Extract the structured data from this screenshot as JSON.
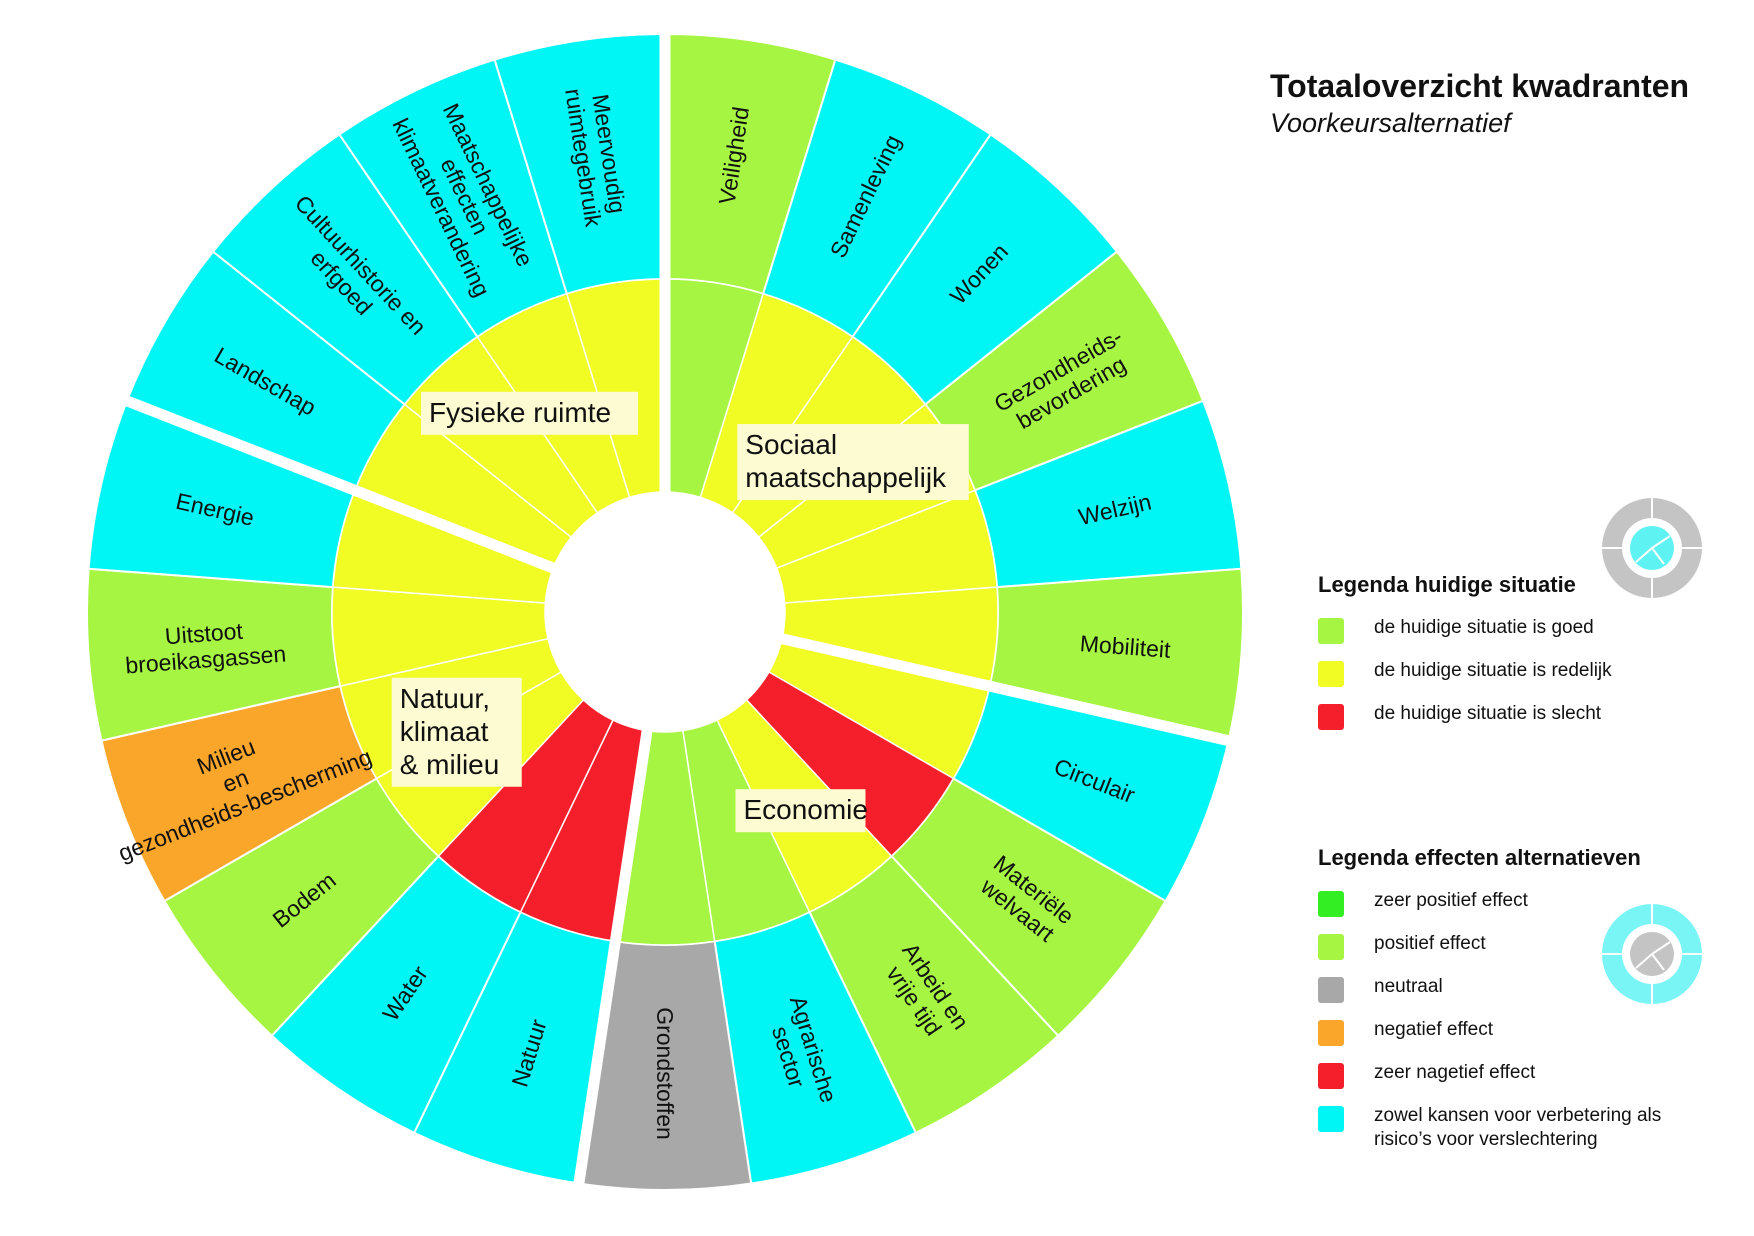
{
  "title": "Totaaloverzicht kwadranten",
  "subtitle": "Voorkeursalternatief",
  "colors": {
    "zeer_positief": "#33ee22",
    "positief": "#a6f542",
    "neutraal": "#a8a8a8",
    "negatief": "#f9a62b",
    "zeer_negatief": "#f51f2c",
    "kansen_risicos": "#00f5f5",
    "goed": "#a6f542",
    "redelijk": "#f1fb24",
    "slecht": "#f51f2c"
  },
  "quadrants": [
    {
      "label": "Fysieke ruimte",
      "key": "fysiek"
    },
    {
      "label": "Sociaal maatschappelijk",
      "key": "sociaal"
    },
    {
      "label": "Economie",
      "key": "economie"
    },
    {
      "label": "Natuur, klimaat & milieu",
      "key": "natuur"
    }
  ],
  "segments": [
    {
      "label": "Veiligheid",
      "quadrant": "sociaal",
      "inner": "goed",
      "outer": "positief"
    },
    {
      "label": "Samenleving",
      "quadrant": "sociaal",
      "inner": "redelijk",
      "outer": "kansen_risicos"
    },
    {
      "label": "Wonen",
      "quadrant": "sociaal",
      "inner": "redelijk",
      "outer": "kansen_risicos"
    },
    {
      "label": "Gezondheids-bevordering",
      "quadrant": "sociaal",
      "inner": "redelijk",
      "outer": "positief"
    },
    {
      "label": "Welzijn",
      "quadrant": "sociaal",
      "inner": "redelijk",
      "outer": "kansen_risicos"
    },
    {
      "label": "Mobiliteit",
      "quadrant": "sociaal",
      "inner": "redelijk",
      "outer": "positief"
    },
    {
      "label": "Circulair",
      "quadrant": "economie",
      "inner": "redelijk",
      "outer": "kansen_risicos"
    },
    {
      "label": "Materiële welvaart",
      "quadrant": "economie",
      "inner": "slecht",
      "outer": "positief"
    },
    {
      "label": "Arbeid en vrije tijd",
      "quadrant": "economie",
      "inner": "redelijk",
      "outer": "positief"
    },
    {
      "label": "Agrarische sector",
      "quadrant": "economie",
      "inner": "goed",
      "outer": "kansen_risicos"
    },
    {
      "label": "Grondstoffen",
      "quadrant": "economie",
      "inner": "goed",
      "outer": "neutraal"
    },
    {
      "label": "Natuur",
      "quadrant": "natuur",
      "inner": "slecht",
      "outer": "kansen_risicos"
    },
    {
      "label": "Water",
      "quadrant": "natuur",
      "inner": "slecht",
      "outer": "kansen_risicos"
    },
    {
      "label": "Bodem",
      "quadrant": "natuur",
      "inner": "redelijk",
      "outer": "positief"
    },
    {
      "label": "Milieu en gezondheids-bescherming",
      "quadrant": "natuur",
      "inner": "redelijk",
      "outer": "negatief"
    },
    {
      "label": "Uitstoot broeikasgassen",
      "quadrant": "natuur",
      "inner": "redelijk",
      "outer": "positief"
    },
    {
      "label": "Energie",
      "quadrant": "natuur",
      "inner": "redelijk",
      "outer": "kansen_risicos"
    },
    {
      "label": "Landschap",
      "quadrant": "fysiek",
      "inner": "redelijk",
      "outer": "kansen_risicos"
    },
    {
      "label": "Cultuurhistorie en erfgoed",
      "quadrant": "fysiek",
      "inner": "redelijk",
      "outer": "kansen_risicos"
    },
    {
      "label": "Maatschappelijke effecten klimaatverandering",
      "quadrant": "fysiek",
      "inner": "redelijk",
      "outer": "kansen_risicos"
    },
    {
      "label": "Meervoudig ruimtegebruik",
      "quadrant": "fysiek",
      "inner": "redelijk",
      "outer": "kansen_risicos"
    }
  ],
  "legend_current": {
    "title": "Legenda huidige situatie",
    "items": [
      {
        "label": "de huidige situatie is goed",
        "color_key": "goed"
      },
      {
        "label": "de huidige situatie is redelijk",
        "color_key": "redelijk"
      },
      {
        "label": "de huidige situatie is slecht",
        "color_key": "slecht"
      }
    ]
  },
  "legend_effects": {
    "title": "Legenda effecten alternatieven",
    "items": [
      {
        "label": "zeer positief effect",
        "color_key": "zeer_positief"
      },
      {
        "label": "positief effect",
        "color_key": "positief"
      },
      {
        "label": "neutraal",
        "color_key": "neutraal"
      },
      {
        "label": "negatief effect",
        "color_key": "negatief"
      },
      {
        "label": "zeer nagetief effect",
        "color_key": "zeer_negatief"
      },
      {
        "label": "zowel kansen voor verbetering als risico’s voor verslechtering",
        "color_key": "kansen_risicos"
      }
    ]
  }
}
